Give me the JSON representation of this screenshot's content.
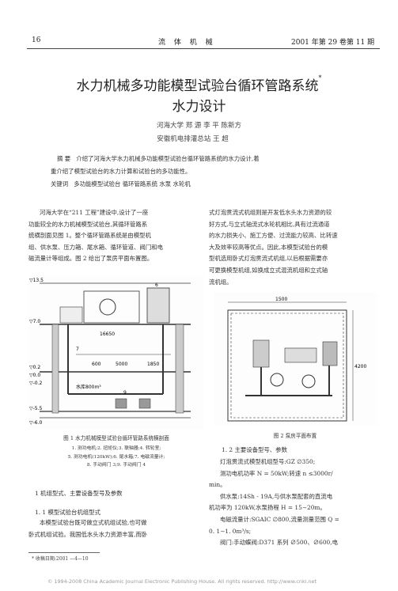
{
  "header": {
    "page": "16",
    "journal": "流 体 机 械",
    "issue": "2001 年第 29 卷第 11 期"
  },
  "title": {
    "line1": "水力机械多功能模型试验台循环管路系统",
    "line2": "水力设计",
    "star": "*"
  },
  "authors": {
    "line1": "河海大学     郑  源  李  平  陈新方",
    "line2": "安徽机电排灌总站     王  超"
  },
  "abstract": {
    "label": "摘  要",
    "text1": "介绍了河海大学水力机械多功能模型试验台循环管路系统的水力设计,着",
    "text2": "重介绍了模型试验台的水力计算和试验台的多功能性。",
    "kw_label": "关键词",
    "keywords": "多功能模型试验台   循环管路系统   水泵   水轮机"
  },
  "left_col": {
    "lines": [
      "河海大学在“211 工程”建设中,设计了一座",
      "功能较全的水力机械模型试验台,其循环管路系",
      "统横剖面见图 1。整个循环管路系统是由模型机",
      "组、供水泵、压力箱、尾水箱、循环管道、阀门和电",
      "磁流量计等组成。图 2 给出了泵房平面布置图。"
    ],
    "fig1_caption": "图 1   水力机械模型试验台循环管路系统横剖面",
    "fig1_legend": [
      "1. 测功电机;2. 扭矩仪;3. 联轴器;4. 转轮室;",
      "5. 测功电机(120kW);6. 尾水箱;7. 电磁流量计;",
      "8. 手动阀门 3;9. 手动阀门 4"
    ],
    "sec1": "1   机组型式、主要设备型号及参数",
    "sec11": "1. 1   模型试验台机组型式",
    "p_after": [
      "本模型试验台既可做立式机组试验,也可做",
      "卧式机组试验。我国低水头水力资源丰富,而卧"
    ],
    "footnote": "*  收稿日期:2001 —4—10"
  },
  "right_col": {
    "lines": [
      "式灯泡贯流式机组则是开发低水头水力资源的较",
      "好方式,与立式轴流式水轮机相比,具有过流通道",
      "的水力损失小、施工方便、过流能力较高、比转速",
      "大及效率较高等优点。因此,本模型试验台的模",
      "型机选用卧式灯泡贯流式机组,以后根据需要亦",
      "可更换模型机组,如换成立式混流机组和立式轴",
      "流机组。"
    ],
    "fig2_caption": "图 2   泵房平面布置",
    "sec12": "1. 2   主要设备型号、参数",
    "params": [
      "灯泡贯流式模型机组型号:GZ ∅350;",
      "测功电机功率  N = 50kW;转速  n  ≤3000r/",
      "min。",
      "供水泵:14Sh - 19A,与供水泵配套的直流电",
      "机功率为 120kW,水泵扬程 H = 15∼20m。",
      "电磁流量计:SGAIC ∅800,流量测量范围 Q =",
      "0. 1∼1. 0m³/s;",
      "阀门:手动蝶阀:D371 系列 ∅500、∅600,电"
    ]
  },
  "fig1": {
    "levels": [
      "▽13.5",
      "▽7.0",
      "▽0.2",
      "▽0.0",
      "▽-0.2",
      "▽-5.5",
      "▽-6.0"
    ],
    "dims": [
      "16650",
      "600",
      "5000",
      "1850",
      "7",
      "9",
      "6"
    ],
    "tank_label": "水库800m³"
  },
  "fig2": {
    "dims": [
      "1500",
      "4200"
    ]
  },
  "copyright": "© 1994-2008 China Academic Journal Electronic Publishing House. All rights reserved.    http://www.cnki.net"
}
